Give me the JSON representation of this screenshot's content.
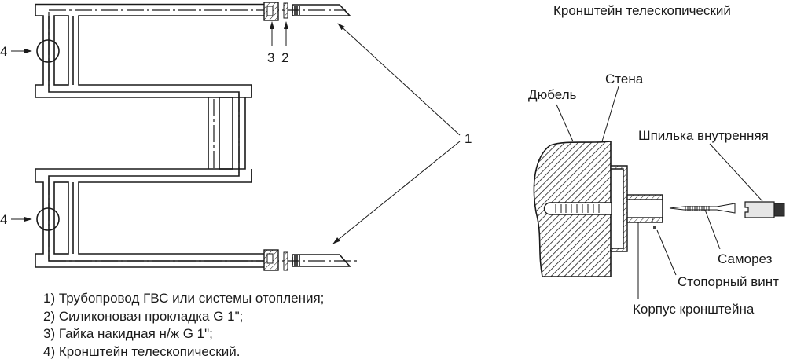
{
  "title": "Кронштейн телескопический",
  "callouts": {
    "c1": "1",
    "c2": "2",
    "c3": "3",
    "c4a": "4",
    "c4b": "4"
  },
  "legend": [
    "1) Трубопровод ГВС или системы отопления;",
    "2) Силиконовая прокладка G 1\";",
    "3) Гайка накидная н/ж G 1\";",
    "4) Кронштейн телескопический."
  ],
  "bracket_labels": {
    "wall": "Стена",
    "dowel": "Дюбель",
    "inner_pin": "Шпилька внутренняя",
    "screw": "Саморез",
    "set_screw": "Стопорный винт",
    "body": "Корпус кронштейна"
  }
}
